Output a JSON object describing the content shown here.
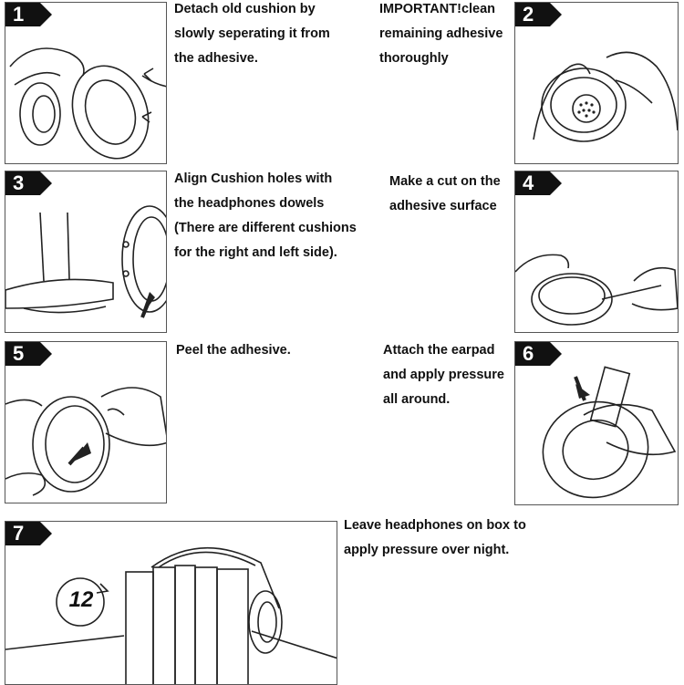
{
  "steps": [
    {
      "num": "1",
      "lines": [
        "Detach old cushion by",
        "slowly seperating it from",
        "the adhesive."
      ]
    },
    {
      "num": "2",
      "lines": [
        "IMPORTANT!clean",
        "remaining adhesive",
        "thoroughly"
      ]
    },
    {
      "num": "3",
      "lines": [
        "Align Cushion holes with",
        "the headphones dowels",
        "(There are different cushions",
        "for the right and left side)."
      ]
    },
    {
      "num": "4",
      "lines": [
        "Make a cut on the",
        "adhesive surface"
      ]
    },
    {
      "num": "5",
      "lines": [
        "Peel the adhesive."
      ]
    },
    {
      "num": "6",
      "lines": [
        "Attach the earpad",
        "and apply pressure",
        "all around."
      ]
    },
    {
      "num": "7",
      "lines": [
        "Leave headphones on box to",
        "apply pressure over night."
      ]
    }
  ],
  "clock_label": "12"
}
